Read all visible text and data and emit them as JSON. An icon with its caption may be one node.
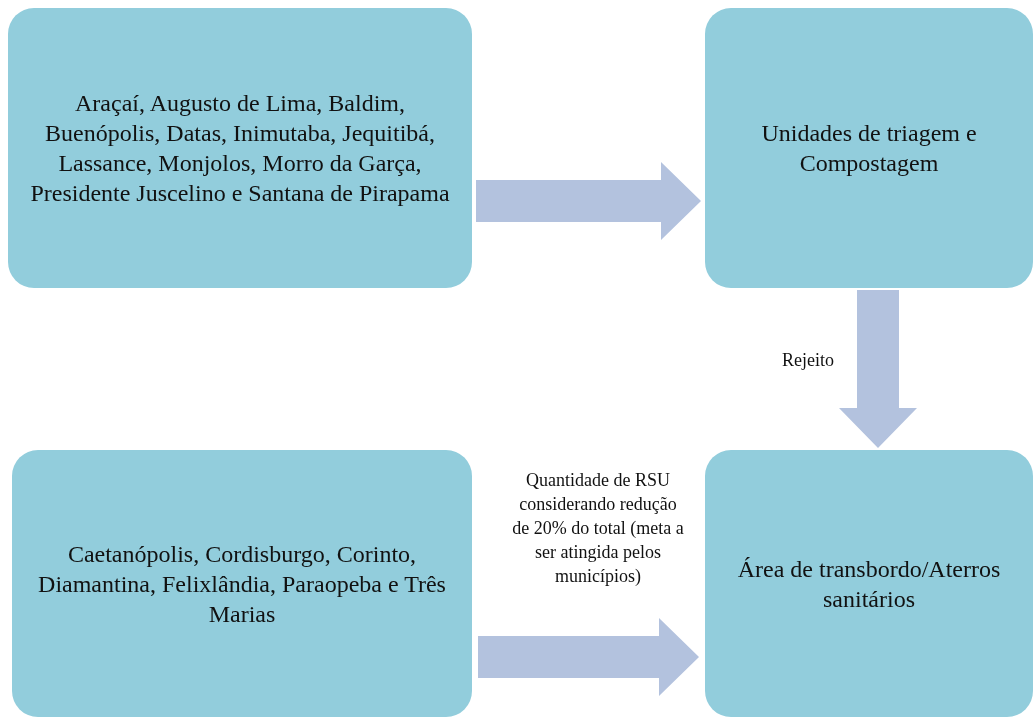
{
  "diagram": {
    "nodes": [
      {
        "text": [
          "Araçaí, Augusto de Lima, Baldim, Buenópolis, Datas, Inimutaba, Jequitibá, Lassance, Monjolos, Morro da Garça, Presidente Juscelino e Santana de Pirapama"
        ]
      },
      {
        "text": [
          "Unidades de triagem e Compostagem"
        ]
      },
      {
        "text": [
          "Caetanópolis, Cordisburgo, Corinto, Diamantina, Felixlândia, Paraopeba e Três Marias"
        ]
      },
      {
        "text": [
          "Área de transbordo/Aterros sanitários"
        ]
      }
    ],
    "edges": [
      {
        "from": 0,
        "to": 1,
        "arrow": "to"
      },
      {
        "from": 1,
        "to": 3,
        "arrow": "to",
        "label": "Rejeito"
      },
      {
        "from": 2,
        "to": 3,
        "arrow": "to",
        "label": "Quantidade de RSU considerando redução de 20% do total (meta a ser atingida pelos municípios)"
      }
    ]
  }
}
